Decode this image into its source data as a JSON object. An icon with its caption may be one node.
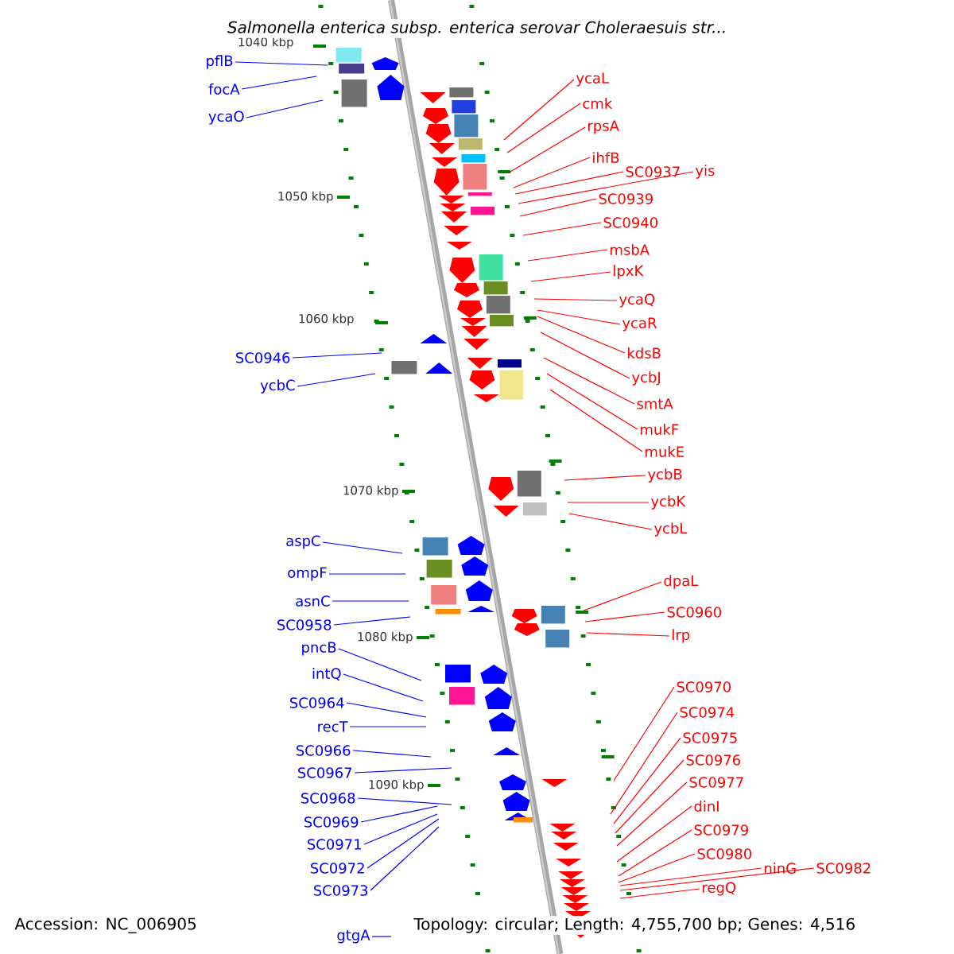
{
  "diagram": {
    "title": "Salmonella enterica subsp. enterica serovar Choleraesuis str...",
    "nodes": [
      {
        "text": [
          "pflB"
        ]
      },
      {
        "text": [
          "focA"
        ]
      },
      {
        "text": [
          "ycaO"
        ]
      },
      {
        "text": [
          "SC0946"
        ]
      },
      {
        "text": [
          "ycbC"
        ]
      },
      {
        "text": [
          "aspC"
        ]
      },
      {
        "text": [
          "ompF"
        ]
      },
      {
        "text": [
          "asnC"
        ]
      },
      {
        "text": [
          "SC0958"
        ]
      },
      {
        "text": [
          "pncB"
        ]
      },
      {
        "text": [
          "intQ"
        ]
      },
      {
        "text": [
          "SC0964"
        ]
      },
      {
        "text": [
          "recT"
        ]
      },
      {
        "text": [
          "SC0966"
        ]
      },
      {
        "text": [
          "SC0967"
        ]
      },
      {
        "text": [
          "SC0968"
        ]
      },
      {
        "text": [
          "SC0969"
        ]
      },
      {
        "text": [
          "SC0971"
        ]
      },
      {
        "text": [
          "SC0972"
        ]
      },
      {
        "text": [
          "SC0973"
        ]
      },
      {
        "text": [
          "gtgA"
        ]
      },
      {
        "text": [
          "ycaL"
        ]
      },
      {
        "text": [
          "cmk"
        ]
      },
      {
        "text": [
          "rpsA"
        ]
      },
      {
        "text": [
          "ihfB"
        ]
      },
      {
        "text": [
          "SC0937"
        ]
      },
      {
        "text": [
          "yis"
        ]
      },
      {
        "text": [
          "SC0939"
        ]
      },
      {
        "text": [
          "SC0940"
        ]
      },
      {
        "text": [
          "msbA"
        ]
      },
      {
        "text": [
          "lpxK"
        ]
      },
      {
        "text": [
          "ycaQ"
        ]
      },
      {
        "text": [
          "ycaR"
        ]
      },
      {
        "text": [
          "kdsB"
        ]
      },
      {
        "text": [
          "ycbJ"
        ]
      },
      {
        "text": [
          "smtA"
        ]
      },
      {
        "text": [
          "mukF"
        ]
      },
      {
        "text": [
          "mukE"
        ]
      },
      {
        "text": [
          "ycbB"
        ]
      },
      {
        "text": [
          "ycbK"
        ]
      },
      {
        "text": [
          "ycbL"
        ]
      },
      {
        "text": [
          "dpaL"
        ]
      },
      {
        "text": [
          "SC0960"
        ]
      },
      {
        "text": [
          "lrp"
        ]
      },
      {
        "text": [
          "SC0970"
        ]
      },
      {
        "text": [
          "SC0974"
        ]
      },
      {
        "text": [
          "SC0975"
        ]
      },
      {
        "text": [
          "SC0976"
        ]
      },
      {
        "text": [
          "SC0977"
        ]
      },
      {
        "text": [
          "dinI"
        ]
      },
      {
        "text": [
          "SC0979"
        ]
      },
      {
        "text": [
          "SC0980"
        ]
      },
      {
        "text": [
          "ninG"
        ]
      },
      {
        "text": [
          "SC0982"
        ]
      },
      {
        "text": [
          "regQ"
        ]
      }
    ],
    "edges": [
      {
        "from": 0,
        "to": null,
        "arrow": "none",
        "color": "#0000ff"
      },
      {
        "from": 1,
        "to": null,
        "arrow": "none",
        "color": "#0000ff"
      },
      {
        "from": 2,
        "to": null,
        "arrow": "none",
        "color": "#0000ff"
      },
      {
        "from": 3,
        "to": null,
        "arrow": "none",
        "color": "#0000ff"
      },
      {
        "from": 4,
        "to": null,
        "arrow": "none",
        "color": "#0000ff"
      },
      {
        "from": 5,
        "to": null,
        "arrow": "none",
        "color": "#0000ff"
      },
      {
        "from": 6,
        "to": null,
        "arrow": "none",
        "color": "#0000ff"
      },
      {
        "from": 7,
        "to": null,
        "arrow": "none",
        "color": "#0000ff"
      },
      {
        "from": 8,
        "to": null,
        "arrow": "none",
        "color": "#0000ff"
      },
      {
        "from": 9,
        "to": null,
        "arrow": "none",
        "color": "#0000ff"
      },
      {
        "from": 10,
        "to": null,
        "arrow": "none",
        "color": "#0000ff"
      },
      {
        "from": 11,
        "to": null,
        "arrow": "none",
        "color": "#0000ff"
      },
      {
        "from": 12,
        "to": null,
        "arrow": "none",
        "color": "#0000ff"
      },
      {
        "from": 13,
        "to": null,
        "arrow": "none",
        "color": "#0000ff"
      },
      {
        "from": 14,
        "to": null,
        "arrow": "none",
        "color": "#0000ff"
      },
      {
        "from": 15,
        "to": null,
        "arrow": "none",
        "color": "#0000ff"
      },
      {
        "from": 16,
        "to": null,
        "arrow": "none",
        "color": "#0000ff"
      },
      {
        "from": 17,
        "to": null,
        "arrow": "none",
        "color": "#0000ff"
      },
      {
        "from": 18,
        "to": null,
        "arrow": "none",
        "color": "#0000ff"
      },
      {
        "from": 19,
        "to": null,
        "arrow": "none",
        "color": "#0000ff"
      },
      {
        "from": 20,
        "to": null,
        "arrow": "none",
        "color": "#0000ff"
      },
      {
        "from": 21,
        "to": null,
        "arrow": "none"
      },
      {
        "from": 22,
        "to": null,
        "arrow": "none"
      },
      {
        "from": 23,
        "to": null,
        "arrow": "none"
      },
      {
        "from": 24,
        "to": null,
        "arrow": "none"
      },
      {
        "from": 25,
        "to": null,
        "arrow": "none"
      },
      {
        "from": 26,
        "to": null,
        "arrow": "none"
      },
      {
        "from": 27,
        "to": null,
        "arrow": "none"
      },
      {
        "from": 28,
        "to": null,
        "arrow": "none"
      },
      {
        "from": 29,
        "to": null,
        "arrow": "none"
      },
      {
        "from": 30,
        "to": null,
        "arrow": "none"
      },
      {
        "from": 31,
        "to": null,
        "arrow": "none"
      },
      {
        "from": 32,
        "to": null,
        "arrow": "none"
      },
      {
        "from": 33,
        "to": null,
        "arrow": "none"
      },
      {
        "from": 34,
        "to": null,
        "arrow": "none"
      },
      {
        "from": 35,
        "to": null,
        "arrow": "none"
      },
      {
        "from": 36,
        "to": null,
        "arrow": "none"
      },
      {
        "from": 37,
        "to": null,
        "arrow": "none"
      },
      {
        "from": 38,
        "to": null,
        "arrow": "none"
      },
      {
        "from": 39,
        "to": null,
        "arrow": "none"
      },
      {
        "from": 40,
        "to": null,
        "arrow": "none"
      },
      {
        "from": 41,
        "to": null,
        "arrow": "none"
      },
      {
        "from": 42,
        "to": null,
        "arrow": "none"
      },
      {
        "from": 43,
        "to": null,
        "arrow": "none"
      },
      {
        "from": 44,
        "to": null,
        "arrow": "none"
      },
      {
        "from": 45,
        "to": null,
        "arrow": "none"
      },
      {
        "from": 46,
        "to": null,
        "arrow": "none"
      },
      {
        "from": 47,
        "to": null,
        "arrow": "none"
      },
      {
        "from": 48,
        "to": null,
        "arrow": "none"
      },
      {
        "from": 49,
        "to": null,
        "arrow": "none"
      },
      {
        "from": 50,
        "to": null,
        "arrow": "none"
      },
      {
        "from": 51,
        "to": null,
        "arrow": "none"
      },
      {
        "from": 52,
        "to": null,
        "arrow": "none"
      },
      {
        "from": 53,
        "to": null,
        "arrow": "none"
      },
      {
        "from": 54,
        "to": null,
        "arrow": "none"
      }
    ],
    "labels": [
      "1040 kbp",
      "1050 kbp",
      "1060 kbp",
      "1070 kbp",
      "1080 kbp",
      "1090 kbp",
      "Accession: NC_006905",
      "Topology: circular; Length: 4,755,700 bp; Genes: 4,516"
    ]
  }
}
